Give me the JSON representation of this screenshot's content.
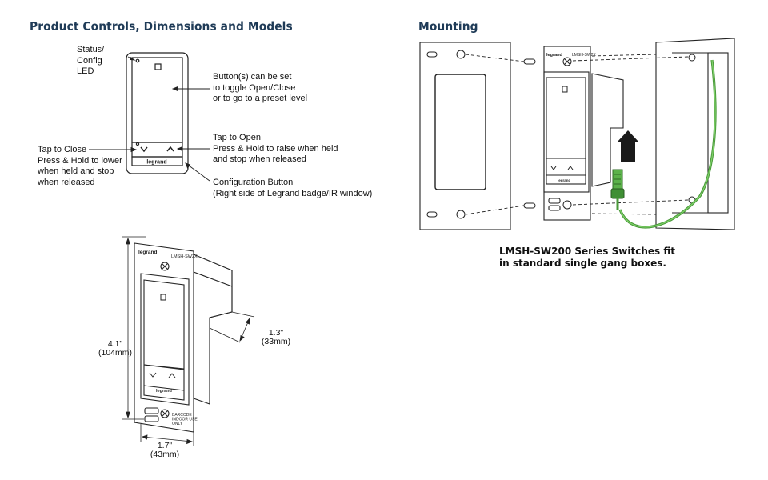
{
  "headings": {
    "controls": "Product Controls, Dimensions and Models",
    "mounting": "Mounting"
  },
  "callouts": {
    "status_led": "Status/\nConfig\nLED",
    "buttons": "Button(s) can be set\nto toggle Open/Close\nor to go to a preset level",
    "tap_open": "Tap to Open\nPress & Hold to raise when held\nand stop when released",
    "tap_close": "Tap to Close\nPress & Hold to lower\nwhen held and stop\nwhen released",
    "config_button": "Configuration Button\n(Right side of Legrand badge/IR window)"
  },
  "switch": {
    "brand": "legrand",
    "model": "LMSH-SW2X",
    "barcode_label": "BARCODE\nINDOOR USE\nONLY"
  },
  "dimensions": {
    "height": "4.1\"\n(104mm)",
    "depth": "1.3\"\n(33mm)",
    "width": "1.7\"\n(43mm)"
  },
  "mounting": {
    "caption": "LMSH-SW200 Series Switches fit\nin standard single gang boxes."
  },
  "colors": {
    "heading": "#1f3b57",
    "wire": "#5bb14a",
    "line": "#222222"
  }
}
